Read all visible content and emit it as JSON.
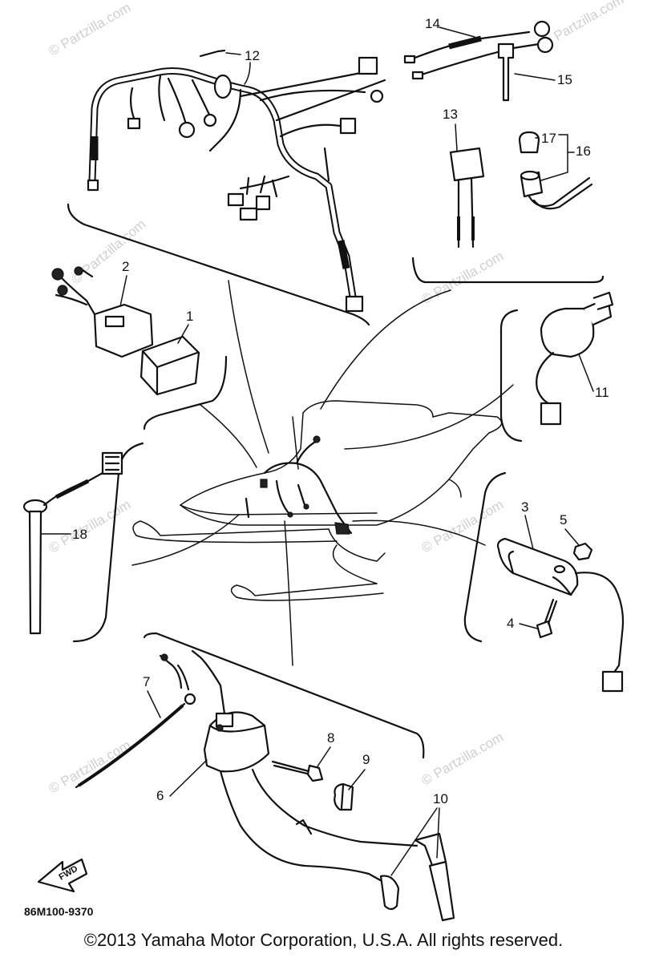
{
  "diagram": {
    "part_numbers": {
      "p1": "1",
      "p2": "2",
      "p3": "3",
      "p4": "4",
      "p5": "5",
      "p6": "6",
      "p7": "7",
      "p8": "8",
      "p9": "9",
      "p10": "10",
      "p11": "11",
      "p12": "12",
      "p13": "13",
      "p14": "14",
      "p15": "15",
      "p16": "16",
      "p17": "17",
      "p18": "18"
    },
    "drawing_code": "86M100-9370",
    "forward_arrow_label": "FWD",
    "watermark": "© Partzilla.com",
    "copyright": "©2013  Yamaha Motor Corporation, U.S.A. All rights reserved."
  }
}
